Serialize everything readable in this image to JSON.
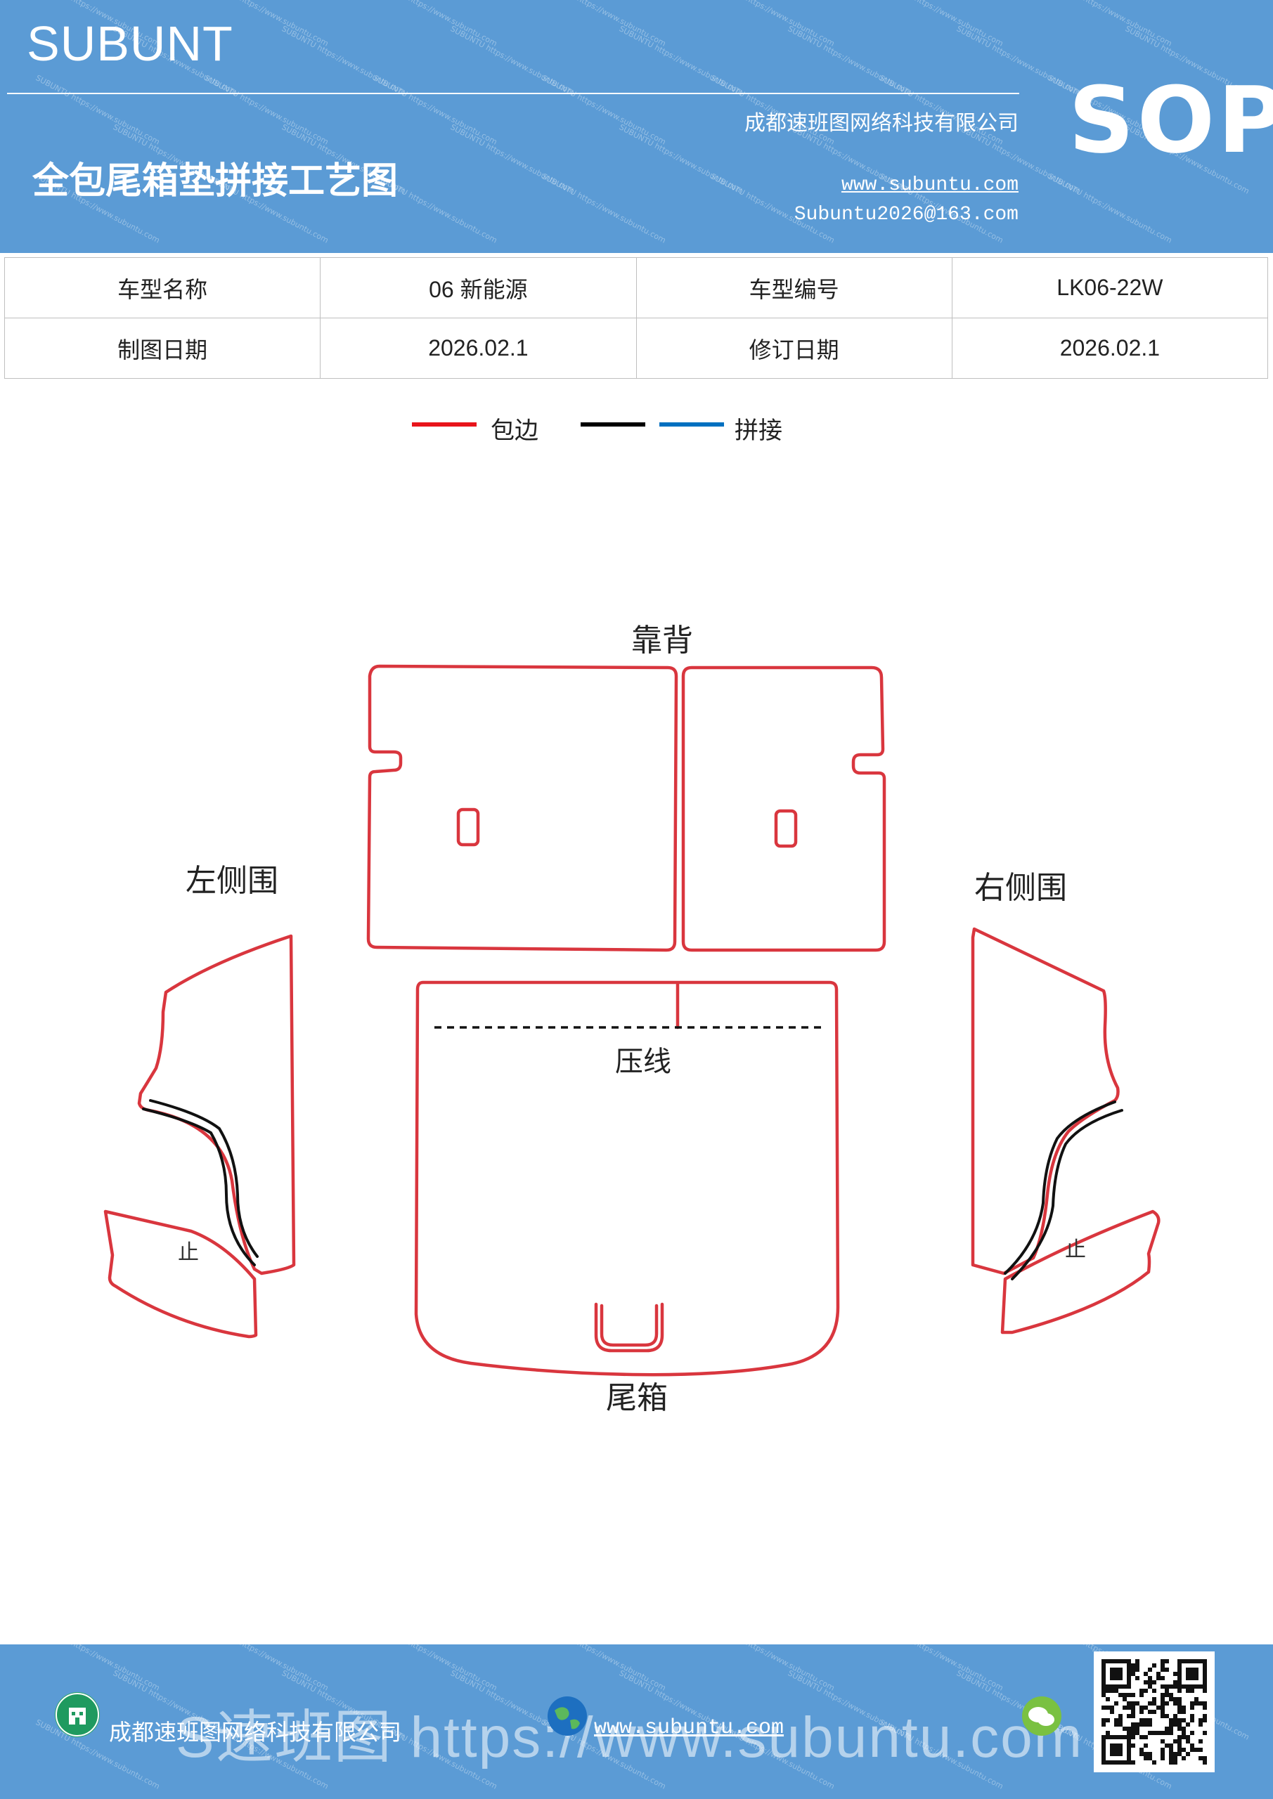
{
  "header": {
    "brand": "SUBUNT",
    "badge": "SOP",
    "company": "成都速班图网络科技有限公司",
    "website": "www.subuntu.com",
    "email": "Subuntu2026@163.com",
    "title": "全包尾箱垫拼接工艺图",
    "watermark": "SUBUNTU https://www.subuntu.com"
  },
  "info_table": {
    "rows": [
      {
        "label1": "车型名称",
        "value1": "06 新能源",
        "label2": "车型编号",
        "value2": "LK06-22W"
      },
      {
        "label1": "制图日期",
        "value1": "2026.02.1",
        "label2": "修订日期",
        "value2": "2026.02.1"
      }
    ]
  },
  "legend": {
    "items": [
      {
        "label": "包边",
        "color": "#e8141b"
      },
      {
        "label": "",
        "color": "#000000"
      },
      {
        "label": "拼接",
        "color": "#0070c0"
      }
    ]
  },
  "diagram": {
    "stroke_color": "#d9363e",
    "seam_color": "#111111",
    "labels": {
      "backrest": "靠背",
      "left_side": "左侧围",
      "right_side": "右侧围",
      "press_line": "压线",
      "trunk": "尾箱",
      "stop_left": "止",
      "stop_right": "止"
    }
  },
  "footer": {
    "company": "成都速班图网络科技有限公司",
    "website": "www.subuntu.com",
    "ghost_text": "S速班图 https://www.subuntu.com",
    "building_icon": "building-icon",
    "globe_icon": "globe-icon",
    "wechat_icon": "wechat-icon",
    "qr_icon": "qr-code-icon"
  }
}
